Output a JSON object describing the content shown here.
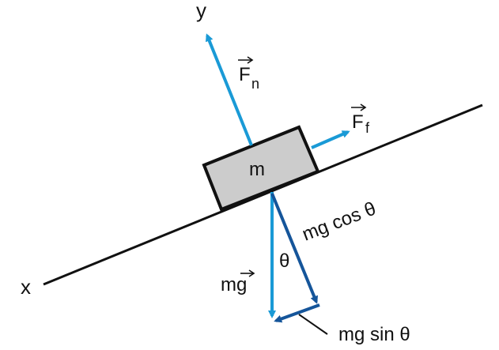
{
  "diagram": {
    "axis_x_label": "x",
    "axis_y_label": "y",
    "mass_label": "m",
    "normal_force": {
      "base": "F",
      "sub": "n"
    },
    "friction_force": {
      "base": "F",
      "sub": "f"
    },
    "weight_label": {
      "base": "mg"
    },
    "angle_label": "θ",
    "cos_component_label": "mg cos θ",
    "sin_component_label": "mg sin θ",
    "colors": {
      "light_arrow": "#1a9ad6",
      "dark_arrow": "#15559a",
      "block_fill": "#cccccc",
      "line": "#111111"
    }
  }
}
